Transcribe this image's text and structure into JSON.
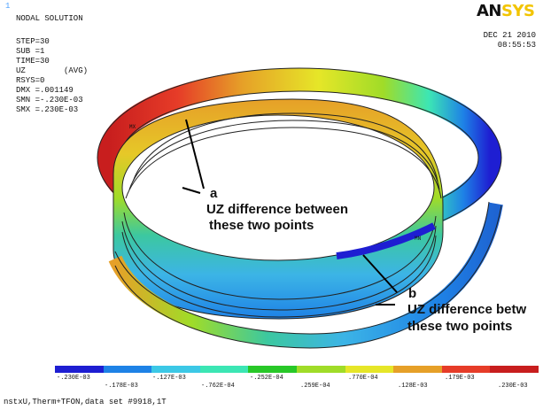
{
  "window_number": "1",
  "title": "NODAL SOLUTION",
  "info_lines": [
    "STEP=30",
    "SUB =1",
    "TIME=30",
    "UZ        (AVG)",
    "RSYS=0",
    "DMX =.001149",
    "SMN =-.230E-03",
    "SMX =.230E-03"
  ],
  "logo": {
    "text_dark": "AN",
    "text_accent": "SYS"
  },
  "date": "DEC 21 2010",
  "time": "08:55:53",
  "labels": {
    "mx": "MX",
    "mn": "MN"
  },
  "annotations": [
    {
      "letter": "a",
      "line1": "UZ difference between",
      "line2": "these two points"
    },
    {
      "letter": "b",
      "line1": "UZ difference betw",
      "line2": "these two points"
    }
  ],
  "legend": {
    "colors": [
      "#1e1ed2",
      "#1e82e6",
      "#3cc8e6",
      "#3ce6b4",
      "#28c828",
      "#a0dc28",
      "#e6e628",
      "#e6a028",
      "#e63c28",
      "#c81e1e"
    ],
    "labels_top": [
      "-.230E-03",
      "-.127E-03",
      "-.252E-04",
      ".770E-04",
      ".179E-03"
    ],
    "labels_bottom": [
      "-.178E-03",
      "-.762E-04",
      ".259E-04",
      ".128E-03",
      ".230E-03"
    ]
  },
  "footer": "nstxU,Therm+TFON,data set #9918,1T"
}
